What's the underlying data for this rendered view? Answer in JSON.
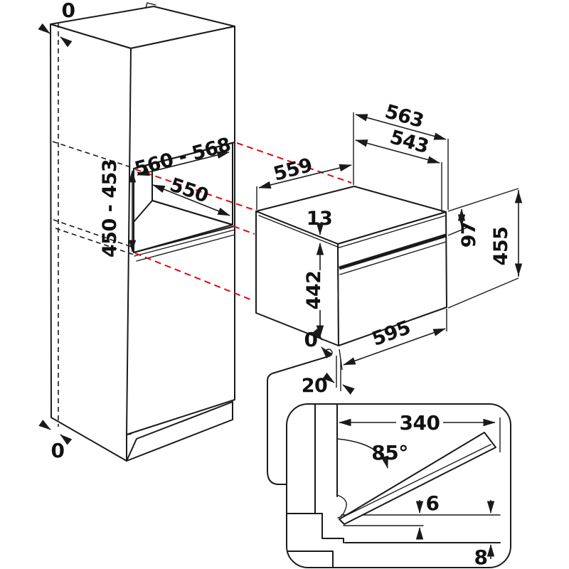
{
  "title": "Built-in oven installation dimension drawing",
  "labels": {
    "zero_top": "0",
    "zero_bottom": "0",
    "zero_front": "0",
    "niche_width": "560 - 568",
    "niche_depth": "550",
    "niche_height": "450 - 453",
    "oven_depth": "559",
    "cutout_width_outer": "563",
    "cutout_width_inner": "543",
    "top_lip": "13",
    "body_height": "442",
    "panel_height": "97",
    "total_height": "455",
    "front_width": "595",
    "front_protrusion": "20",
    "door_projection": "340",
    "door_angle": "85°",
    "door_clearance": "6",
    "bottom_clearance": "8"
  },
  "colors": {
    "outline": "#1a1a1a",
    "projection_red": "#e30613",
    "niche_back": "#a8a8a8",
    "niche_floor": "#d6d6d6",
    "background": "#ffffff"
  }
}
